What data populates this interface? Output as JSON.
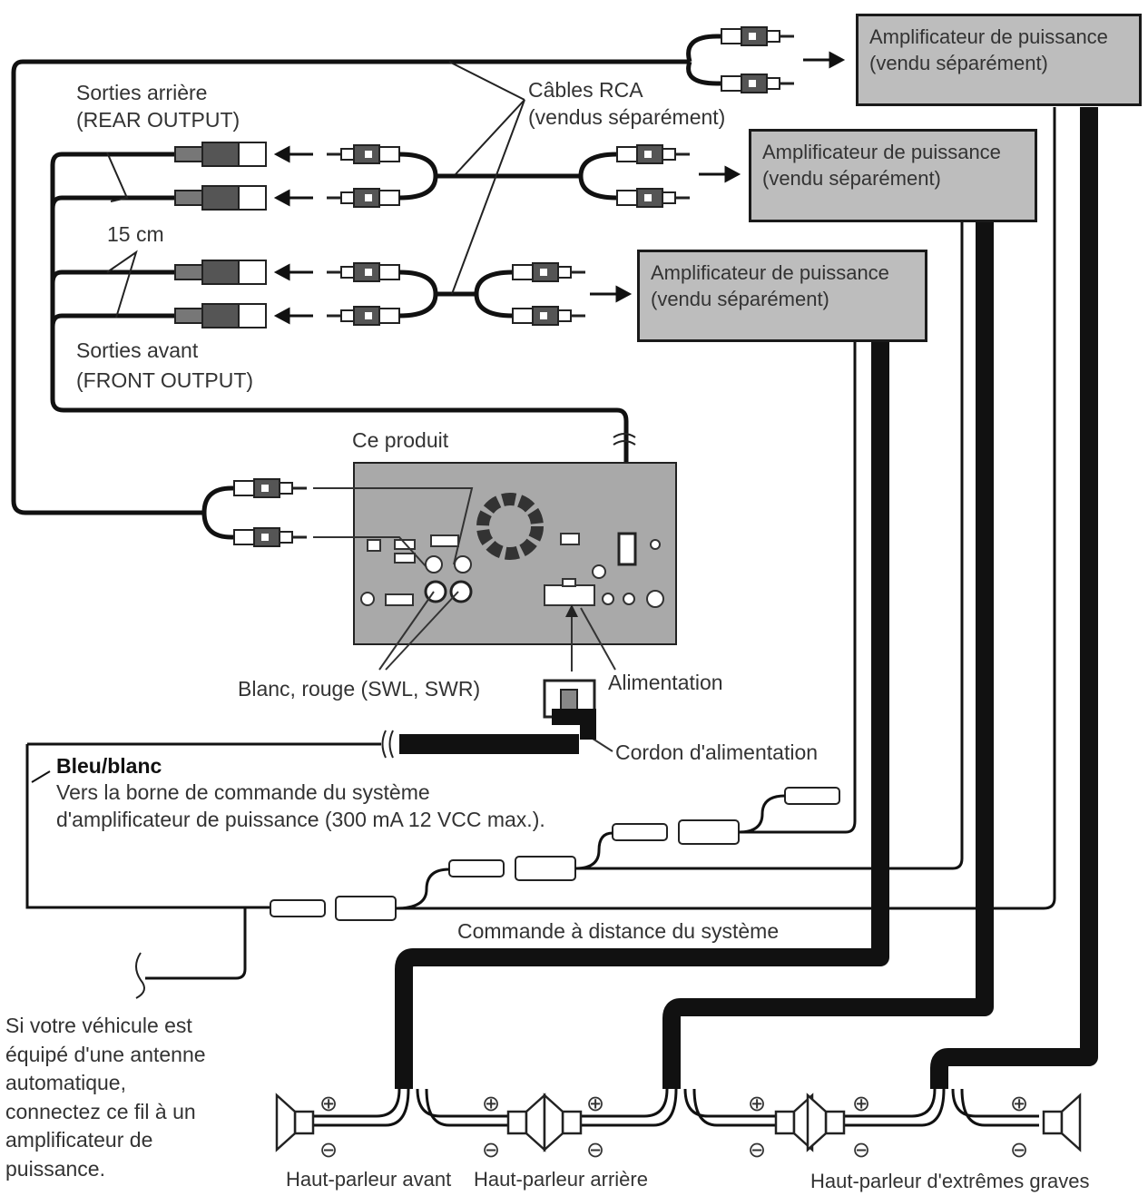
{
  "amplifiers": [
    {
      "line1": "Amplificateur de puissance",
      "line2": "(vendu séparément)"
    },
    {
      "line1": "Amplificateur de puissance",
      "line2": "(vendu séparément)"
    },
    {
      "line1": "Amplificateur de puissance",
      "line2": "(vendu séparément)"
    }
  ],
  "labels": {
    "rear_output_1": "Sorties arrière",
    "rear_output_2": "(REAR OUTPUT)",
    "rca_cables_1": "Câbles RCA",
    "rca_cables_2": "(vendus séparément)",
    "length": "15 cm",
    "front_output_1": "Sorties avant",
    "front_output_2": "(FRONT OUTPUT)",
    "product": "Ce produit",
    "white_red": "Blanc, rouge (SWL, SWR)",
    "power": "Alimentation",
    "power_cord": "Cordon d'alimentation",
    "blue_white": "Bleu/blanc",
    "blue_white_desc_1": "Vers la borne de commande du système",
    "blue_white_desc_2": "d'amplificateur de puissance (300 mA 12 VCC max.).",
    "remote": "Commande à distance du système",
    "antenna_1": "Si votre véhicule est",
    "antenna_2": "équipé d'une antenne",
    "antenna_3": "automatique,",
    "antenna_4": "connectez ce fil à un",
    "antenna_5": "amplificateur de",
    "antenna_6": "puissance.",
    "speaker_front": "Haut-parleur avant",
    "speaker_rear": "Haut-parleur arrière",
    "speaker_sub": "Haut-parleur d'extrêmes graves",
    "plus": "⊕",
    "minus": "⊖"
  }
}
